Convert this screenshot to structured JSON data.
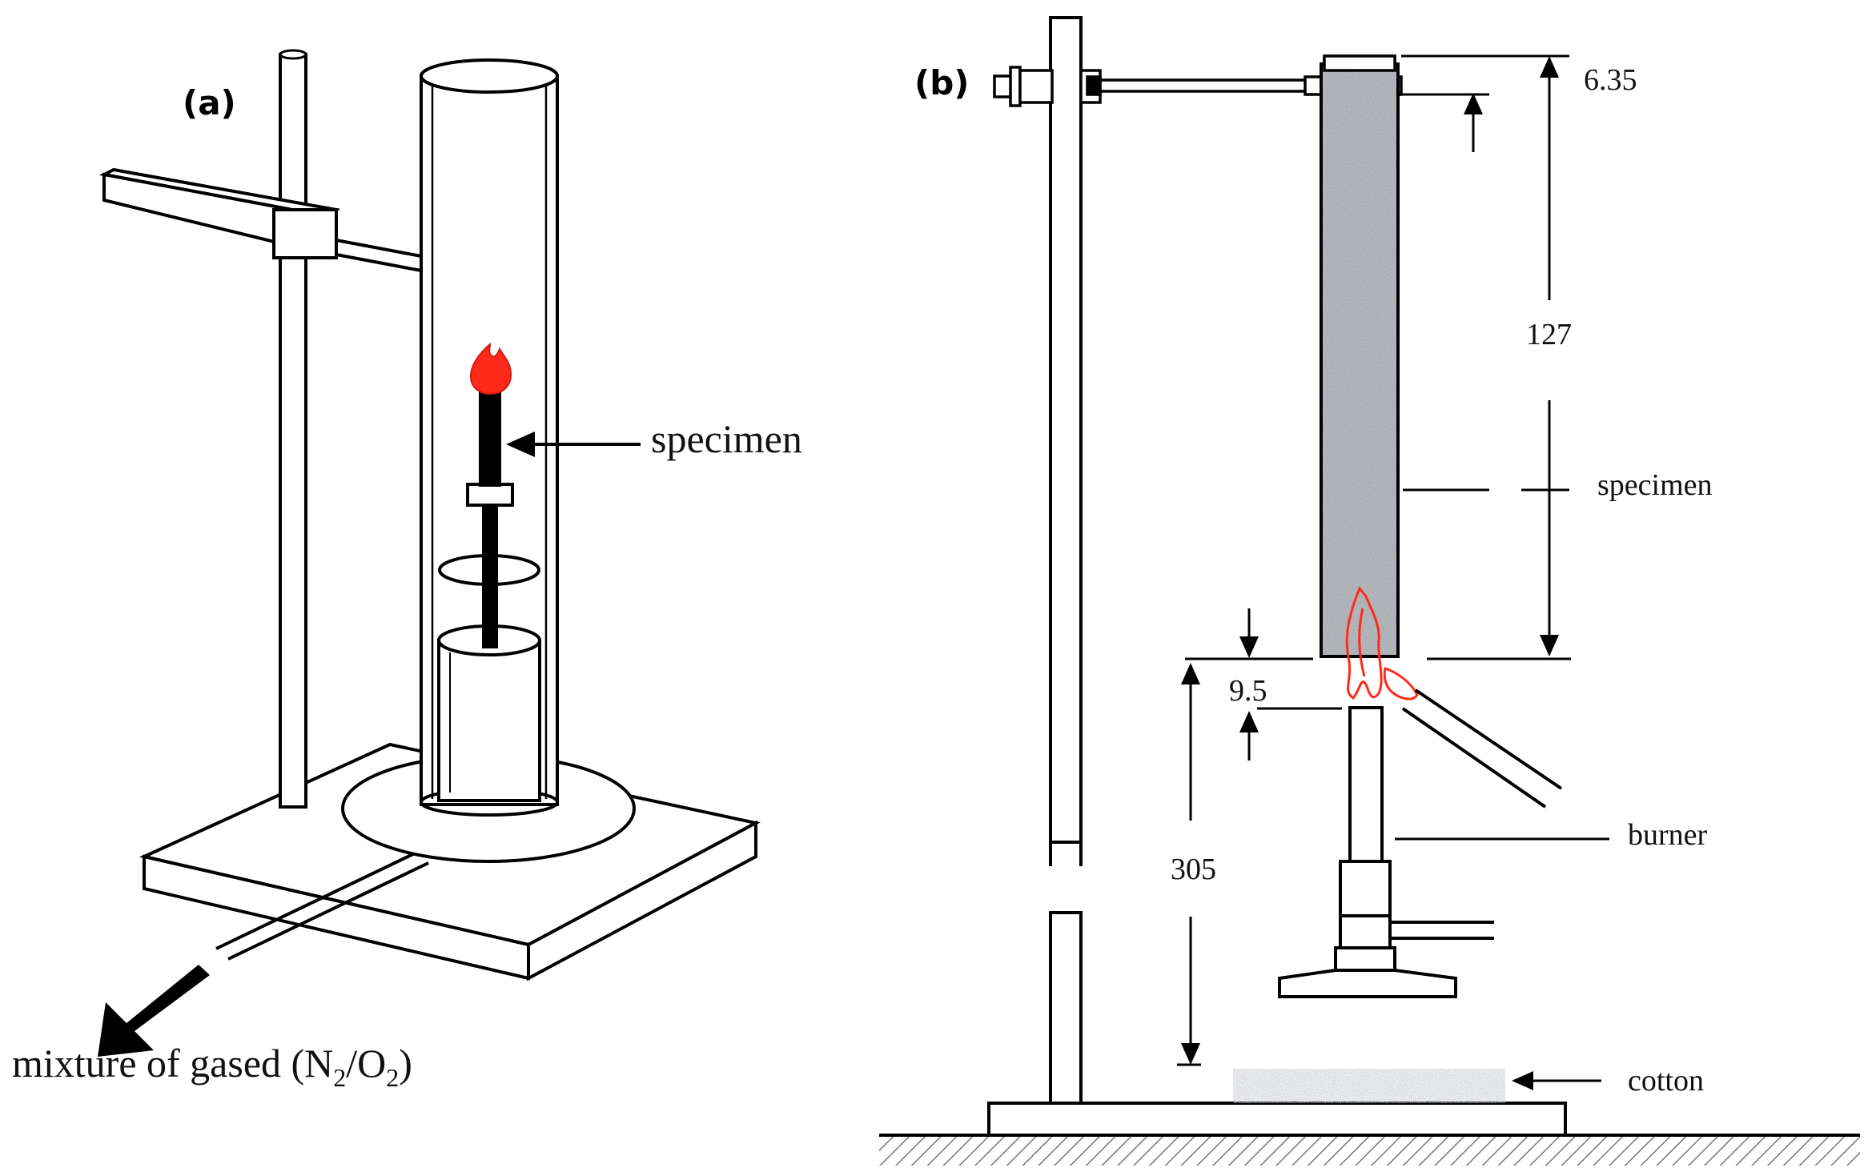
{
  "panel_a": {
    "tag": "(a)",
    "specimen_label": "specimen",
    "gas_label_prefix": "mixture of gased (N",
    "gas_sub_1": "2",
    "gas_label_mid": "/O",
    "gas_sub_2": "2",
    "gas_label_suffix": ")"
  },
  "panel_b": {
    "tag": "(b)",
    "dim_top": "6.35",
    "dim_length": "127",
    "dim_gap": "9.5",
    "dim_height": "305",
    "specimen_label": "specimen",
    "burner_label": "burner",
    "cotton_label": "cotton"
  },
  "colors": {
    "flame": "#ff2a1a",
    "flame_outline": "#d11a10",
    "specimen_fill": "#9ea2a6",
    "ink": "#000000"
  }
}
